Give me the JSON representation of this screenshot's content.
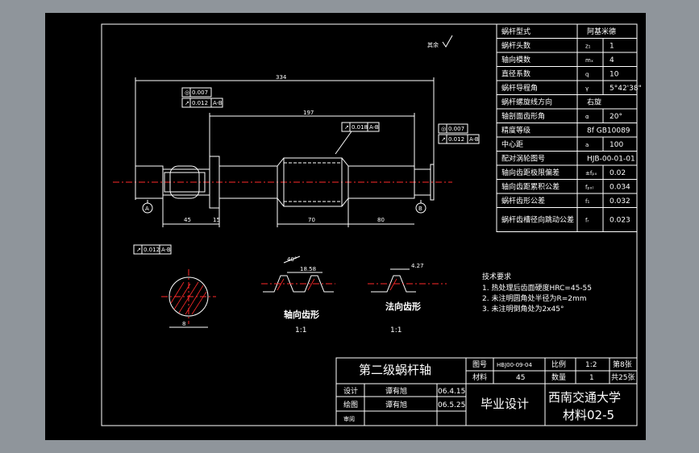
{
  "drawing": {
    "title": "第二级蜗杆轴",
    "roughness_note": "其余",
    "scales": [
      "1:1",
      "1:1"
    ],
    "datum_labels": [
      "A",
      "B"
    ],
    "sections": {
      "axial": "轴向齿形",
      "normal": "法向齿形"
    }
  },
  "dimensions": {
    "overall": "334",
    "inner": "197",
    "left_seg": "45",
    "shoulder": "15",
    "worm_len": "70",
    "right_seg": "80",
    "tooth_w": "18.58",
    "tooth_w2": "4.27",
    "angle": "40°",
    "section_w": "8",
    "tol_left_1": "0.007",
    "tol_left_2": "0.012",
    "tol_left_2_ref": "A-B",
    "tol_mid": "0.018",
    "tol_mid_ref": "A-B",
    "tol_right_1": "0.007",
    "tol_right_2": "0.012",
    "tol_right_2_ref": "A-B",
    "tol_bottom": "0.012",
    "tol_bottom_ref": "A-B"
  },
  "spec_table": {
    "rows": [
      {
        "label": "蜗杆型式",
        "symbol": "",
        "value": "阿基米德"
      },
      {
        "label": "蜗杆头数",
        "symbol": "z₁",
        "value": "1"
      },
      {
        "label": "轴向模数",
        "symbol": "mₓ",
        "value": "4"
      },
      {
        "label": "直径系数",
        "symbol": "q",
        "value": "10"
      },
      {
        "label": "蜗杆导程角",
        "symbol": "γ",
        "value": "5°42'38\""
      },
      {
        "label": "蜗杆螺旋线方向",
        "symbol": "",
        "value": "右旋"
      },
      {
        "label": "轴剖面齿形角",
        "symbol": "α",
        "value": "20°"
      },
      {
        "label": "精度等级",
        "symbol": "",
        "value": "8f GB10089"
      },
      {
        "label": "中心距",
        "symbol": "a",
        "value": "100"
      },
      {
        "label": "配对涡轮图号",
        "symbol": "",
        "value": "HJB-00-01-01"
      },
      {
        "label": "轴向齿距极限偏差",
        "symbol": "±fₚₓ",
        "value": "0.02"
      },
      {
        "label": "轴向齿距累积公差",
        "symbol": "fₚₓₗ",
        "value": "0.034"
      },
      {
        "label": "蜗杆齿形公差",
        "symbol": "f₁",
        "value": "0.032"
      },
      {
        "label": "蜗杆齿槽径向跳动公差",
        "symbol": "fᵣ",
        "value": "0.023"
      }
    ]
  },
  "tech_requirements": {
    "title": "技术要求",
    "items": [
      "1. 热处理后齿面硬度HRC=45-55",
      "2. 未注明圆角处半径为R=2mm",
      "3. 未注明倒角处为2x45°"
    ]
  },
  "title_block": {
    "part_name": "第二级蜗杆轴",
    "drawing_no_label": "图号",
    "drawing_no": "HBJ00-09-04",
    "scale_label": "比例",
    "scale": "1:2",
    "sheet": "第8张",
    "material_label": "材料",
    "material": "45",
    "qty_label": "数量",
    "qty": "1",
    "total_sheets": "共25张",
    "design_label": "设计",
    "designer": "谭有旭",
    "design_date": "06.4.15",
    "check_label": "绘图",
    "checker": "谭有旭",
    "check_date": "06.5.25",
    "review_label": "审阅",
    "project": "毕业设计",
    "school": "西南交通大学",
    "class": "材料02-5"
  }
}
